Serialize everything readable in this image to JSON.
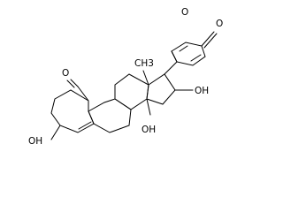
{
  "figure": {
    "type": "chemical-structure",
    "line_color": "#000000",
    "background": "#ffffff"
  },
  "labels": {
    "ring_oxygen": "O",
    "carbonyl_oxygen": "O",
    "aldehyde_oxygen": "O",
    "methyl": "CH3",
    "hydroxyl_17": "OH",
    "hydroxyl_14": "OH",
    "hydroxyl_3": "OH"
  }
}
